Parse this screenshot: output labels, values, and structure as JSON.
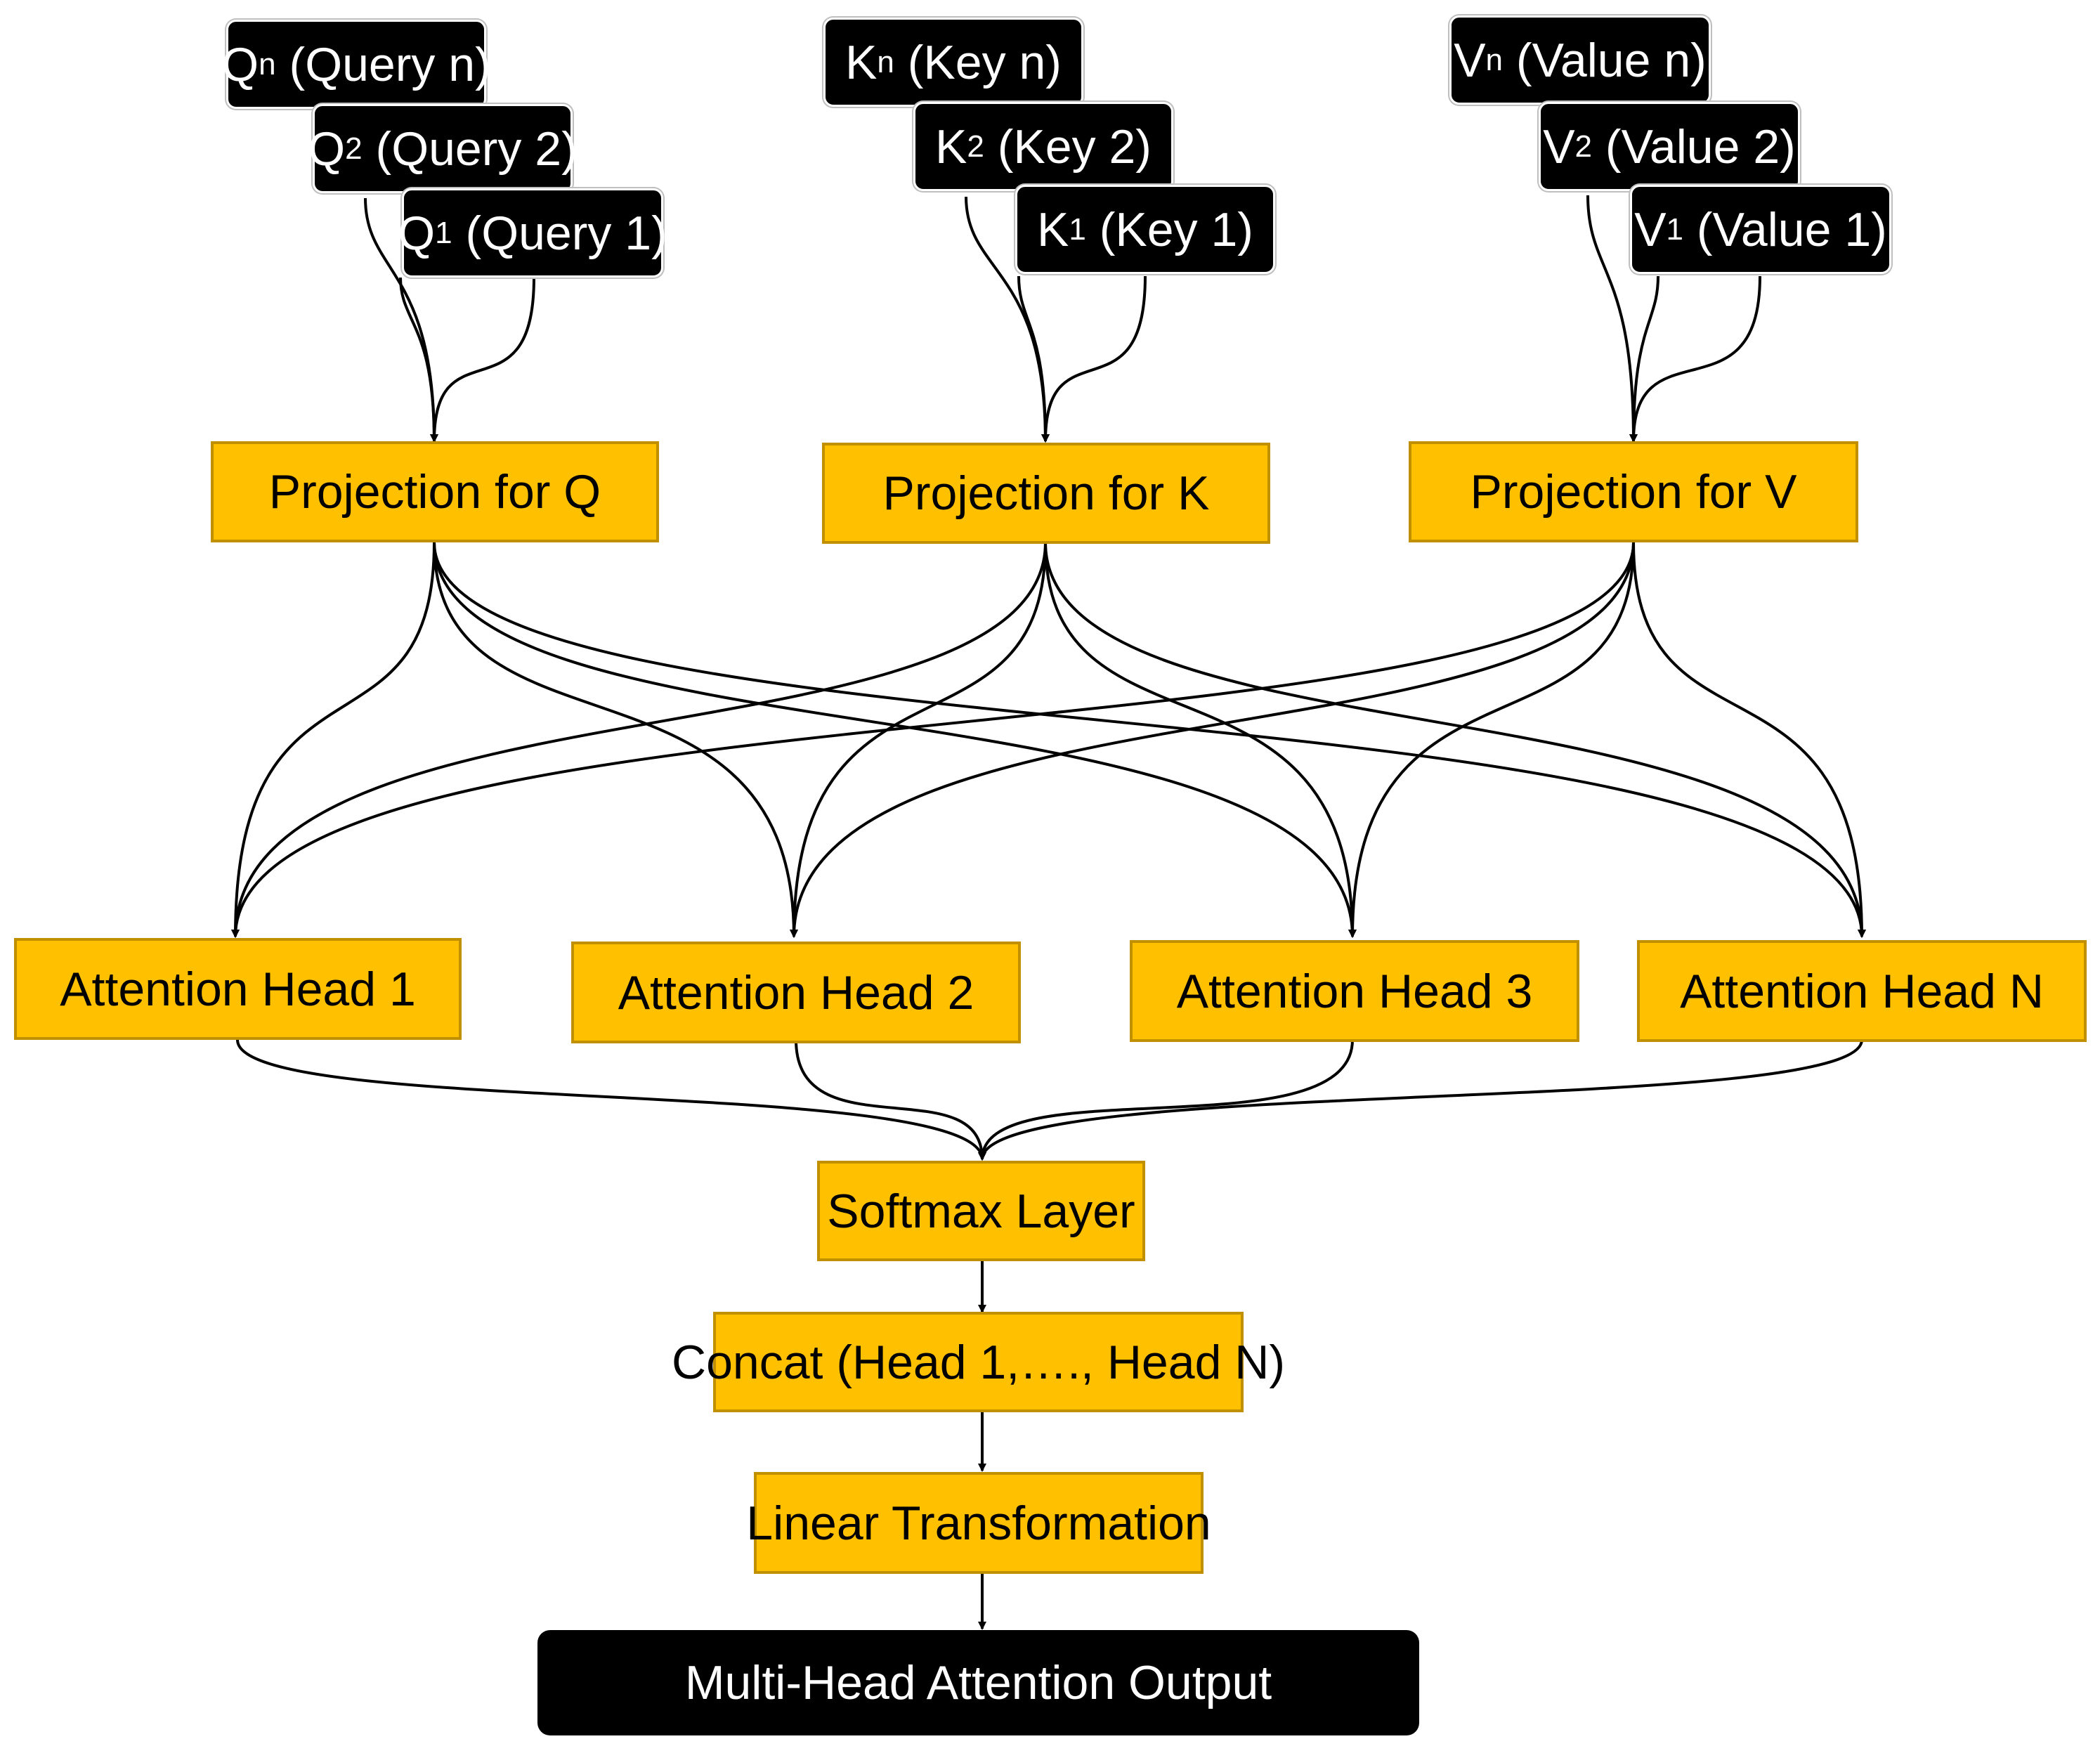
{
  "inputs": {
    "query": [
      {
        "sym": "Q",
        "sub": "n",
        "text": " (Query n)"
      },
      {
        "sym": "Q",
        "sub": "2",
        "text": " (Query 2)"
      },
      {
        "sym": "Q",
        "sub": "1",
        "text": " (Query 1)"
      }
    ],
    "key": [
      {
        "sym": "K",
        "sub": "n",
        "text": " (Key n)"
      },
      {
        "sym": "K",
        "sub": "2",
        "text": " (Key 2)"
      },
      {
        "sym": "K",
        "sub": "1",
        "text": " (Key 1)"
      }
    ],
    "value": [
      {
        "sym": "V",
        "sub": "n",
        "text": " (Value n)"
      },
      {
        "sym": "V",
        "sub": "2",
        "text": " (Value 2)"
      },
      {
        "sym": "V",
        "sub": "1",
        "text": " (Value 1)"
      }
    ]
  },
  "projections": [
    "Projection for Q",
    "Projection for K",
    "Projection for V"
  ],
  "heads": [
    "Attention Head 1",
    "Attention Head 2",
    "Attention Head 3",
    "Attention Head N"
  ],
  "stages": {
    "softmax": "Softmax Layer",
    "concat": "Concat (Head 1,…., Head N)",
    "linear": "Linear Transformation",
    "output": "Multi-Head Attention Output"
  },
  "colors": {
    "process_fill": "#ffc000",
    "process_border": "#c09000",
    "input_fill": "#000000",
    "text_light": "#ffffff",
    "line": "#000000"
  }
}
